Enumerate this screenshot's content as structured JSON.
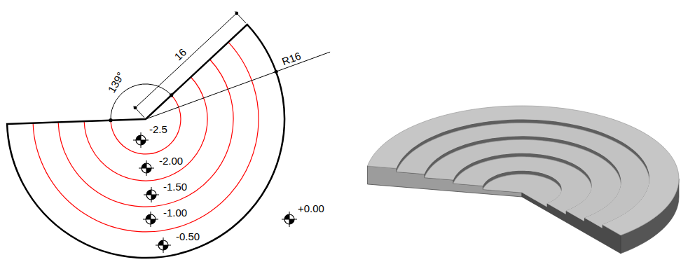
{
  "diagram": {
    "labels": [
      "139°",
      "16",
      "R16",
      "-2.5",
      "-2.00",
      "-1.50",
      "-1.00",
      "-0.50",
      "+0.00"
    ]
  }
}
